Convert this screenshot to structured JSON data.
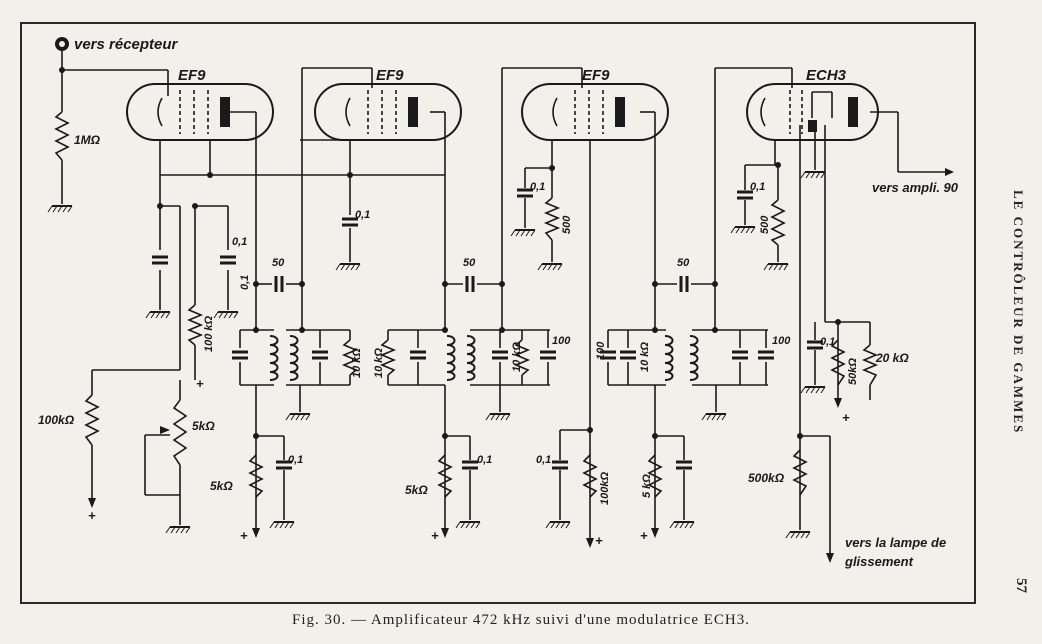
{
  "tubes": [
    "EF9",
    "EF9",
    "EF9",
    "ECH3"
  ],
  "labels": {
    "input": "vers récepteur",
    "out_ampli": "vers ampli. 90",
    "out_lamp_1": "vers la lampe de",
    "out_lamp_2": "glissement",
    "r_1m": "1MΩ",
    "r_100k_a": "100 kΩ",
    "r_100k_left": "100kΩ",
    "r_5k_pot": "5kΩ",
    "r_5k_1": "5kΩ",
    "r_5k_2": "5kΩ",
    "r_5k_3": "5 kΩ",
    "r_10k_1": "10 kΩ",
    "r_10k_2": "10 kΩ",
    "r_10k_3": "10 kΩ",
    "r_10k_4": "10 kΩ",
    "r_500_1": "500",
    "r_500_2": "500",
    "r_100k_b": "100kΩ",
    "r_50k": "50kΩ",
    "r_20k": "20 kΩ",
    "r_500k": "500kΩ",
    "c_01_1": "0,1",
    "c_01_2": "0,1",
    "c_01_3": "0,1",
    "c_01_4": "0,1",
    "c_01_5": "0,1",
    "c_01_6": "0,1",
    "c_01_7": "0,1",
    "c_01_8": "0,1",
    "c_01_9": "0,1",
    "c_50_1": "50",
    "c_50_2": "50",
    "c_50_3": "50",
    "c_100_1": "100",
    "c_100_2": "100",
    "c_100_3": "100",
    "plus": "+"
  },
  "caption": "Fig. 30. — Amplificateur 472 kHz suivi d'une modulatrice ECH3.",
  "side_title": "LE CONTRÔLEUR DE GAMMES",
  "page_number": "57"
}
